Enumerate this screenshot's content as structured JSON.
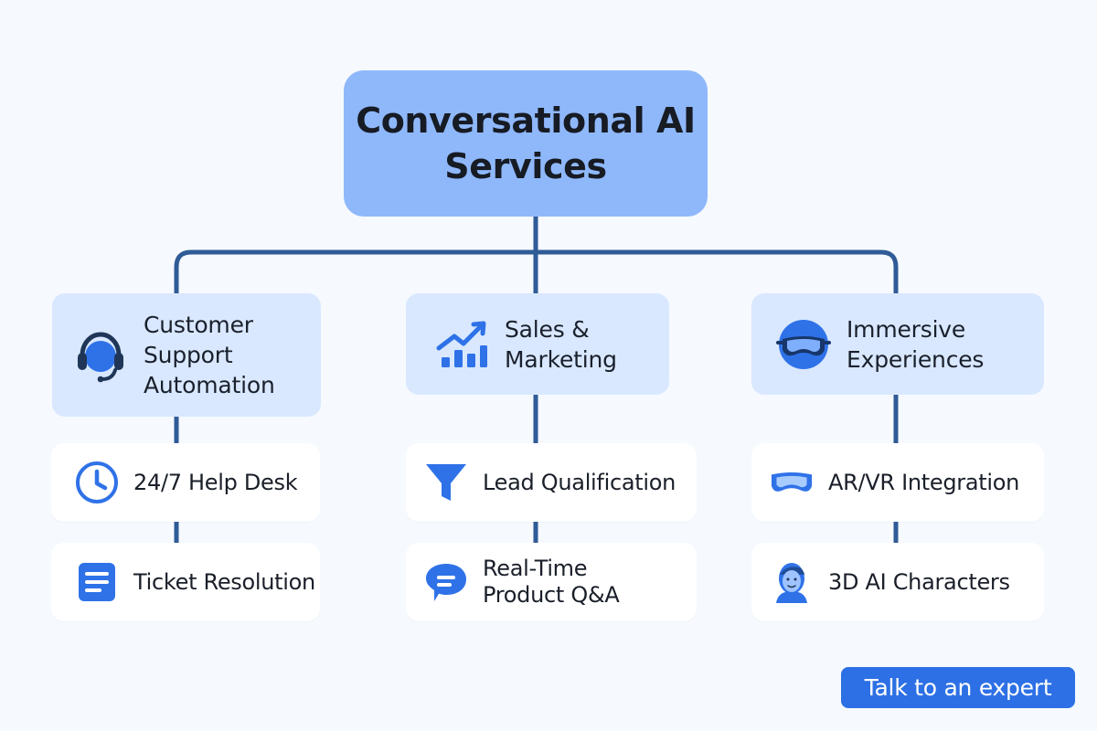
{
  "diagram": {
    "root": {
      "label": "Conversational\nAI Services"
    },
    "categories": [
      {
        "label": "Customer\nSupport\nAutomation",
        "icon": "headset-icon",
        "services": [
          {
            "label": "24/7 Help Desk",
            "icon": "clock-icon"
          },
          {
            "label": "Ticket Resolution",
            "icon": "ticket-document-icon"
          }
        ]
      },
      {
        "label": "Sales &\nMarketing",
        "icon": "growth-chart-icon",
        "services": [
          {
            "label": "Lead Qualification",
            "icon": "funnel-icon"
          },
          {
            "label": "Real-Time\nProduct Q&A",
            "icon": "chat-bubble-icon"
          }
        ]
      },
      {
        "label": "Immersive\nExperiences",
        "icon": "vr-headset-icon",
        "services": [
          {
            "label": "AR/VR Integration",
            "icon": "vr-goggles-icon"
          },
          {
            "label": "3D AI Characters",
            "icon": "avatar-icon"
          }
        ]
      }
    ]
  },
  "cta": {
    "label": "Talk to an expert"
  },
  "colors": {
    "background": "#f6f9fe",
    "root_fill": "#8fb8fb",
    "category_fill": "#d9e8ff",
    "service_fill": "#ffffff",
    "connector": "#2f5b97",
    "icon_blue": "#2f72e8",
    "icon_dark": "#1f3657",
    "button": "#2d70e5"
  }
}
